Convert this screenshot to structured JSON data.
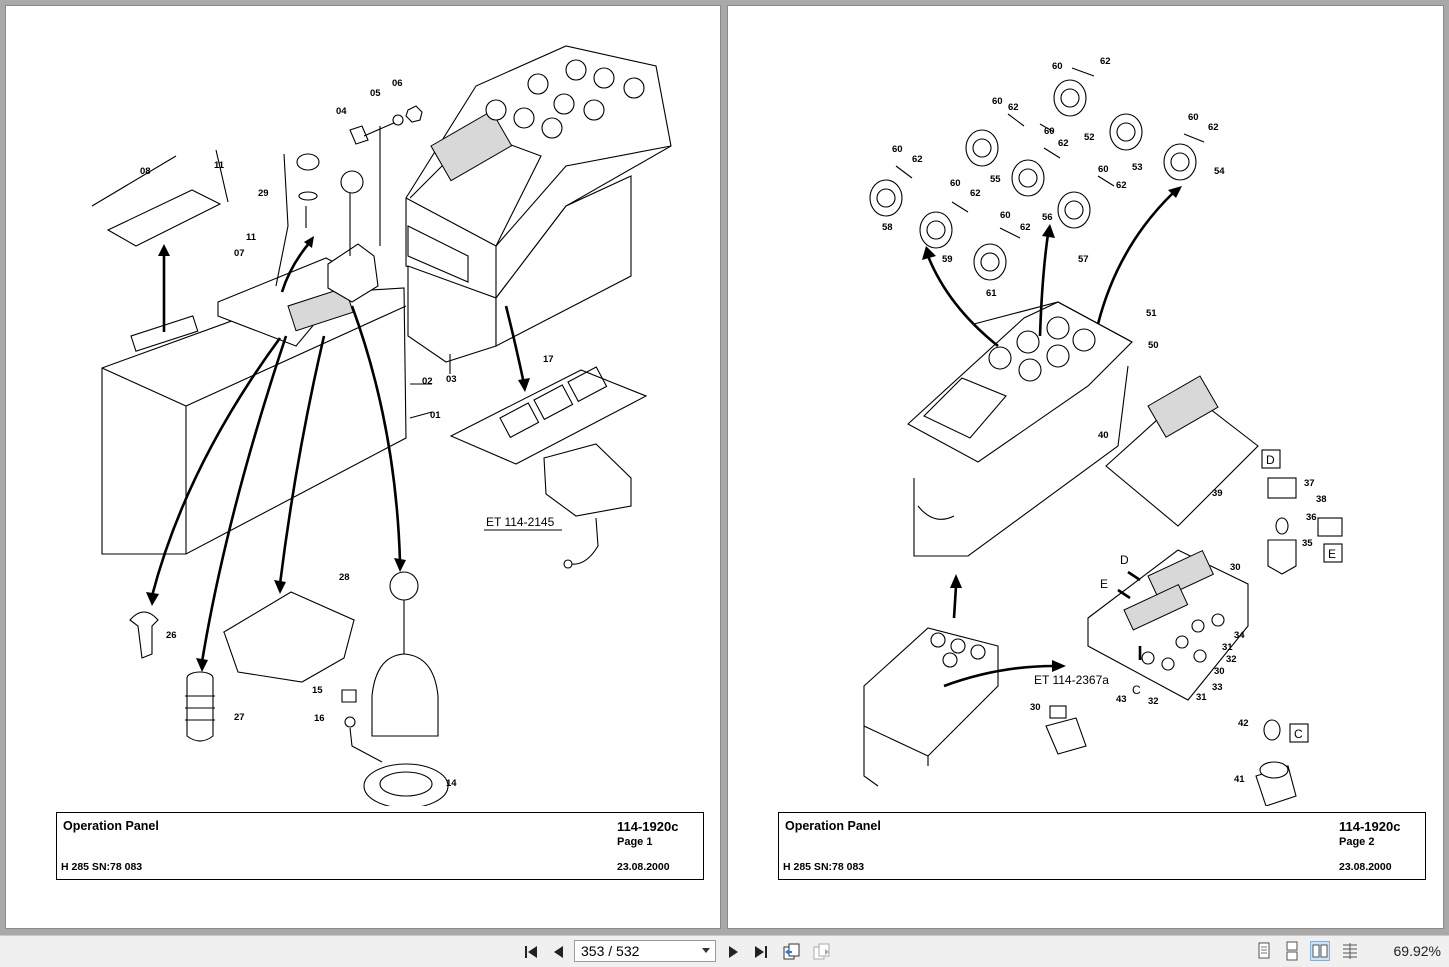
{
  "left_page": {
    "title": "Operation Panel",
    "code": "114-1920c",
    "page": "Page 1",
    "serial": "H 285 SN:78 083",
    "date": "23.08.2000",
    "reference": "ET 114-2145",
    "part_labels": [
      "08",
      "11",
      "29",
      "11",
      "04",
      "05",
      "06",
      "07",
      "02",
      "03",
      "01",
      "17",
      "28",
      "26",
      "27",
      "15",
      "16",
      "14"
    ]
  },
  "right_page": {
    "title": "Operation Panel",
    "code": "114-1920c",
    "page": "Page 2",
    "serial": "H 285 SN:78 083",
    "date": "23.08.2000",
    "reference": "ET 114-2367a",
    "part_labels": [
      "60",
      "62",
      "52",
      "53",
      "54",
      "60",
      "62",
      "55",
      "60",
      "62",
      "56",
      "60",
      "62",
      "57",
      "60",
      "62",
      "58",
      "60",
      "62",
      "59",
      "60",
      "62",
      "61",
      "51",
      "50",
      "40",
      "39",
      "37",
      "36",
      "38",
      "35",
      "30",
      "34",
      "31",
      "32",
      "30",
      "33",
      "31",
      "32",
      "43",
      "30",
      "42",
      "41"
    ],
    "view_letters": [
      "D",
      "E",
      "C",
      "D",
      "E",
      "C"
    ]
  },
  "toolbar": {
    "first_icon": "first-page-icon",
    "prev_icon": "previous-page-icon",
    "page_indicator": "353 / 532",
    "next_icon": "next-page-icon",
    "last_icon": "last-page-icon",
    "zoom": "69.92%"
  }
}
